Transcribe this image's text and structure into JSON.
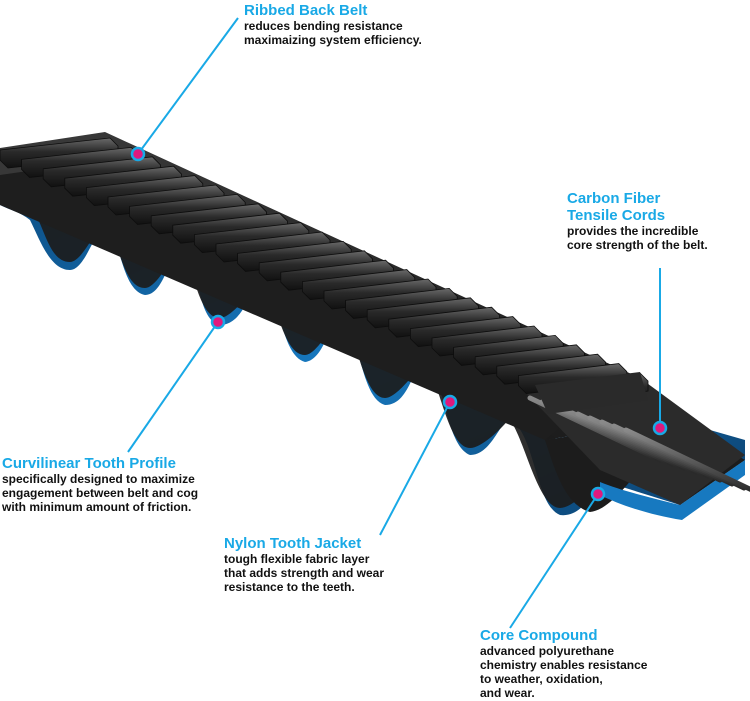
{
  "colors": {
    "accent": "#19a9e6",
    "belt_blue": "#1779c0",
    "belt_black": "#1c1c1c",
    "marker": "#e0197d",
    "text": "#111111"
  },
  "callouts": {
    "ribbed": {
      "title": "Ribbed Back Belt",
      "desc": [
        "reduces bending resistance",
        "maximaizing system efficiency."
      ]
    },
    "carbon": {
      "title": [
        "Carbon Fiber",
        "Tensile Cords"
      ],
      "desc": [
        "provides the incredible",
        "core strength of the belt."
      ]
    },
    "curvilinear": {
      "title": "Curvilinear Tooth Profile",
      "desc": [
        "specifically designed to maximize",
        "engagement between belt and cog",
        "with minimum amount of friction."
      ]
    },
    "nylon": {
      "title": "Nylon Tooth Jacket",
      "desc": [
        "tough flexible fabric layer",
        "that adds strength and wear",
        "resistance to the teeth."
      ]
    },
    "core": {
      "title": "Core Compound",
      "desc": [
        "advanced polyurethane",
        "chemistry enables resistance",
        "to weather, oxidation,",
        "and wear."
      ]
    }
  }
}
